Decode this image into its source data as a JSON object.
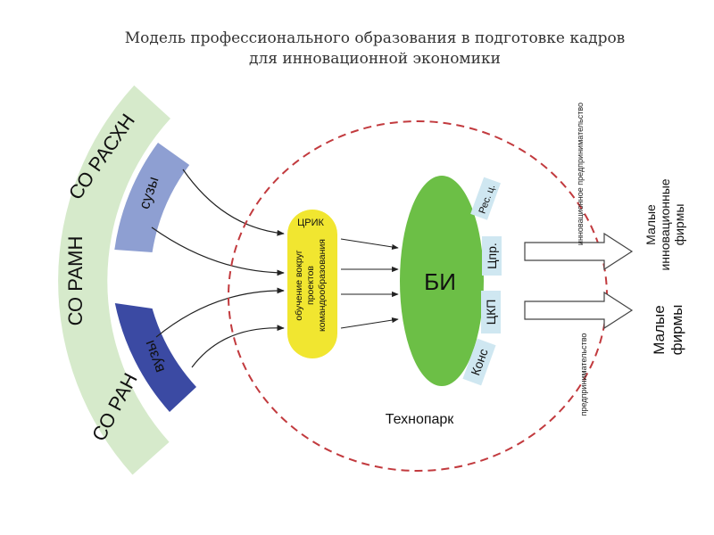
{
  "title": {
    "line1": "Модель профессионального образования в подготовке кадров",
    "line2": "для инновационной экономики"
  },
  "outer_band": {
    "labels": [
      "СО РАСХН",
      "СО РАМН",
      "СО РАН"
    ],
    "color": "#d6eacb"
  },
  "inner_bands": {
    "suzy": {
      "label": "сузы",
      "color": "#8e9fd2"
    },
    "vuzy": {
      "label": "вузы",
      "color": "#3b4aa3"
    }
  },
  "crik": {
    "title": "ЦРИК",
    "lines": [
      "обучение вокруг",
      "проектов",
      "командообразования"
    ],
    "color": "#f1e630"
  },
  "bi": {
    "label": "БИ",
    "color": "#6cbf46",
    "tags": [
      "Рес. ц.",
      "Цпр.",
      "ЦКП",
      "Конс"
    ],
    "tag_color": "#cfe7f1"
  },
  "technopark": {
    "label": "Технопарк",
    "border_color": "#c23a3e"
  },
  "outputs": {
    "top": {
      "arrow_label": "инновационное предпринимательство",
      "target_lines": [
        "Малые",
        "инновационные",
        "фирмы"
      ]
    },
    "bottom": {
      "arrow_label": "предпринимательство",
      "target_lines": [
        "Малые",
        "фирмы"
      ]
    }
  }
}
